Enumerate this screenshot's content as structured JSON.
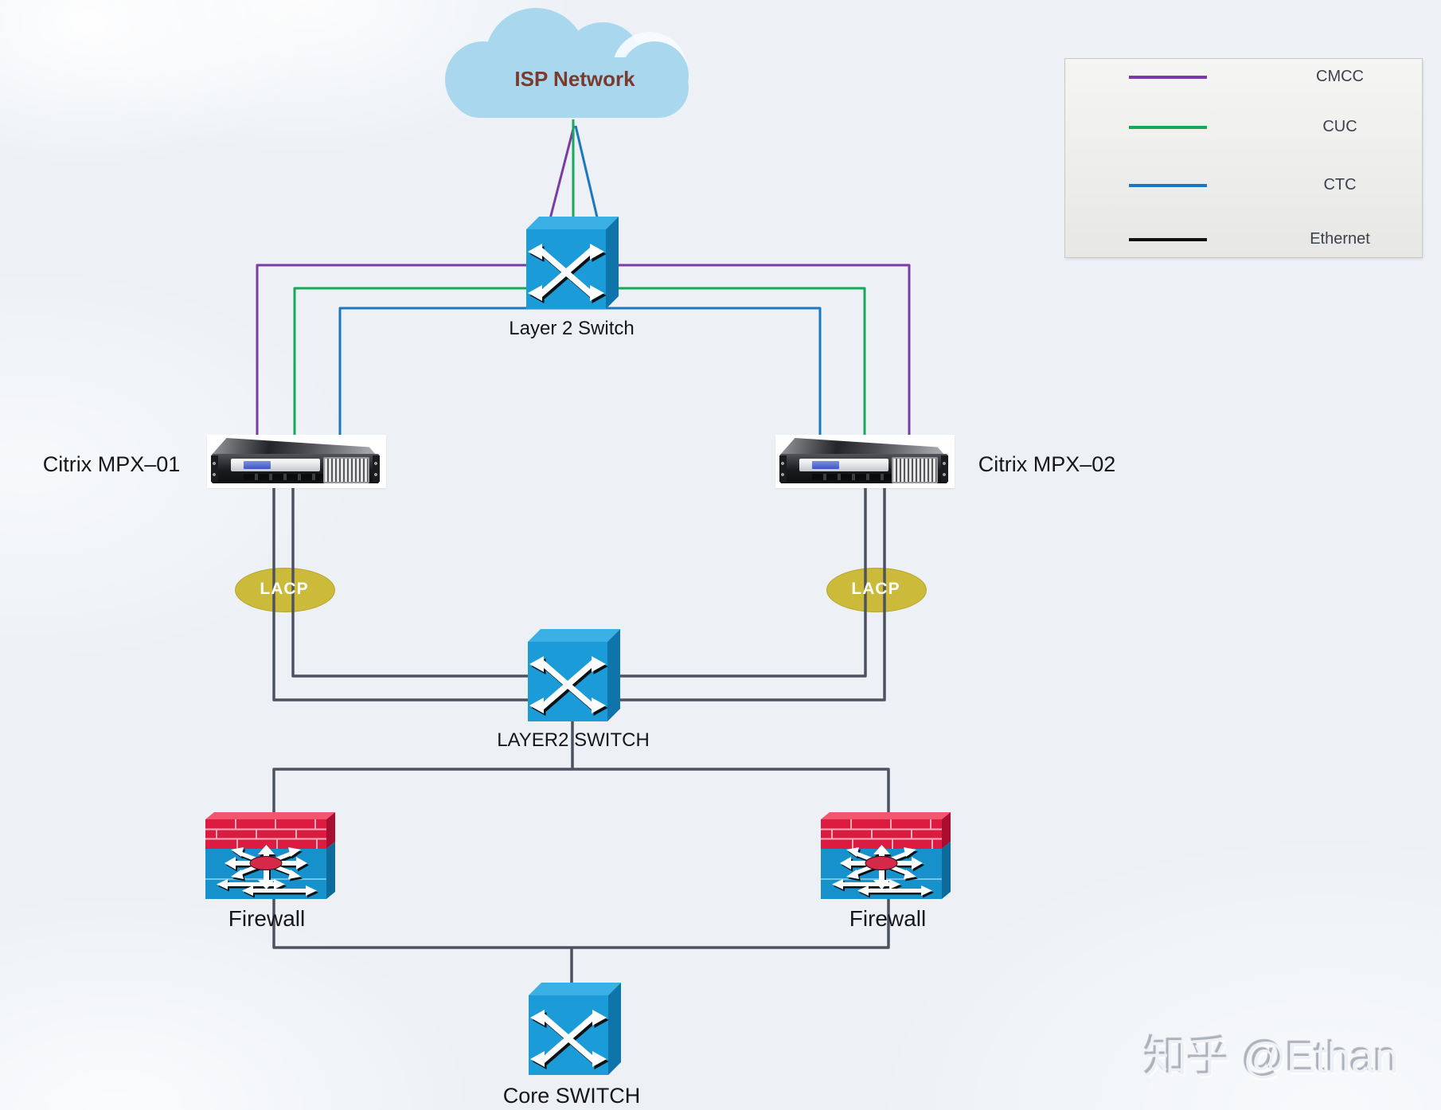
{
  "colors": {
    "cmcc": "#7b3ba5",
    "cuc": "#18a85c",
    "ctc": "#1d77c0",
    "ethernet": "#111111",
    "link": "#4d5261",
    "switch_front": "#1b9bd7",
    "switch_top": "#3ab0e4",
    "switch_side": "#0e74aa",
    "firewall_red": "#dd1b40",
    "firewall_red_dark": "#a90e30",
    "firewall_blue": "#1691cc",
    "firewall_blue_dark": "#0d6b9b",
    "lacp": "#ccba3a",
    "cloud_fill": "#a8d7ee",
    "cloud_text": "#7a3b2d",
    "canvas_bg": "#edf1f6",
    "label_text": "#17171a"
  },
  "legend": {
    "items": [
      {
        "label": "CMCC",
        "color": "#7b3ba5"
      },
      {
        "label": "CUC",
        "color": "#18a85c"
      },
      {
        "label": "CTC",
        "color": "#1d77c0"
      },
      {
        "label": "Ethernet",
        "color": "#111111"
      }
    ]
  },
  "nodes": {
    "isp_cloud": "ISP Network",
    "layer2_switch_top": "Layer 2 Switch",
    "mpx_01": "Citrix MPX–01",
    "mpx_02": "Citrix MPX–02",
    "lacp": "LACP",
    "layer2_switch_mid": "LAYER2 SWITCH",
    "firewall": "Firewall",
    "core_switch": "Core SWITCH"
  },
  "watermark": "知乎 @Ethan"
}
